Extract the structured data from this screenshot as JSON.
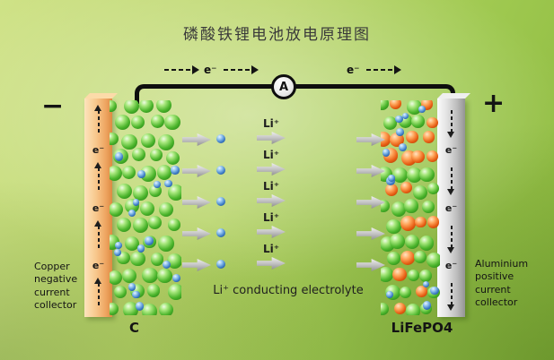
{
  "title": "磷酸铁锂电池放电原理图",
  "circuit": {
    "ammeter": "A",
    "electron": "e⁻"
  },
  "terminals": {
    "negative": "−",
    "positive": "+"
  },
  "left_collector": {
    "caption": "Copper negative current collector",
    "electron": "e⁻"
  },
  "right_collector": {
    "caption": "Aluminium positive current collector",
    "electron": "e⁻"
  },
  "electrodes": {
    "left": "C",
    "right": "LiFePO4"
  },
  "electrolyte": {
    "caption": "Li⁺ conducting electrolyte",
    "ion": "Li⁺"
  },
  "colors": {
    "copper": "#f8c98e",
    "aluminium": "#e2e2e2",
    "green_sphere": "#4cb52c",
    "orange_sphere": "#e65c12",
    "blue_sphere": "#3a78c2",
    "wire": "#0e0e0e"
  }
}
